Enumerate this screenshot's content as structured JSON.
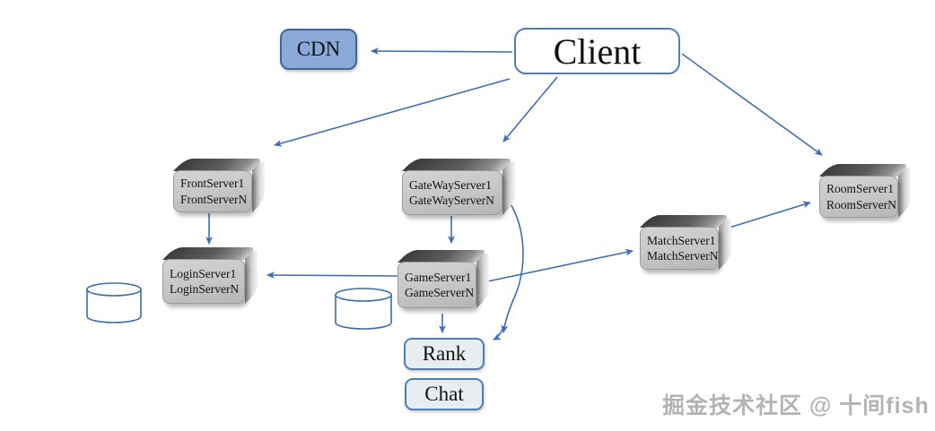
{
  "diagram": {
    "cdn": {
      "label": "CDN"
    },
    "client": {
      "label": "Client"
    },
    "front_server": {
      "line1": "FrontServer1",
      "line2": "FrontServerN"
    },
    "gateway_server": {
      "line1": "GateWayServer1",
      "line2": "GateWayServerN"
    },
    "room_server": {
      "line1": "RoomServer1",
      "line2": "RoomServerN"
    },
    "match_server": {
      "line1": "MatchServer1",
      "line2": "MatchServerN"
    },
    "login_server": {
      "line1": "LoginServer1",
      "line2": "LoginServerN"
    },
    "game_server": {
      "line1": "GameServer1",
      "line2": "GameServerN"
    },
    "rank": {
      "label": "Rank"
    },
    "chat": {
      "label": "Chat"
    }
  },
  "connections": [
    "Client -> CDN",
    "Client -> FrontServer",
    "Client -> GateWayServer",
    "Client -> RoomServer",
    "FrontServer -> LoginServer",
    "GateWayServer -> GameServer",
    "GameServer -> LoginServer",
    "GameServer -> MatchServer",
    "MatchServer -> RoomServer",
    "GameServer -> Rank",
    "GateWayServer -> Rank"
  ],
  "watermark": {
    "text": "掘金技术社区 @ 十间fish"
  },
  "colors": {
    "arrow": "#3f6db8",
    "cdn_fill": "#8aa9d6",
    "cdn_border": "#3f6496",
    "box_border": "#4a7ebf",
    "pill_fill": "#e8edf0",
    "server_front": "#c6c6c6",
    "server_top": "#4a4a4a",
    "watermark_gray": "#b3b3b3"
  }
}
